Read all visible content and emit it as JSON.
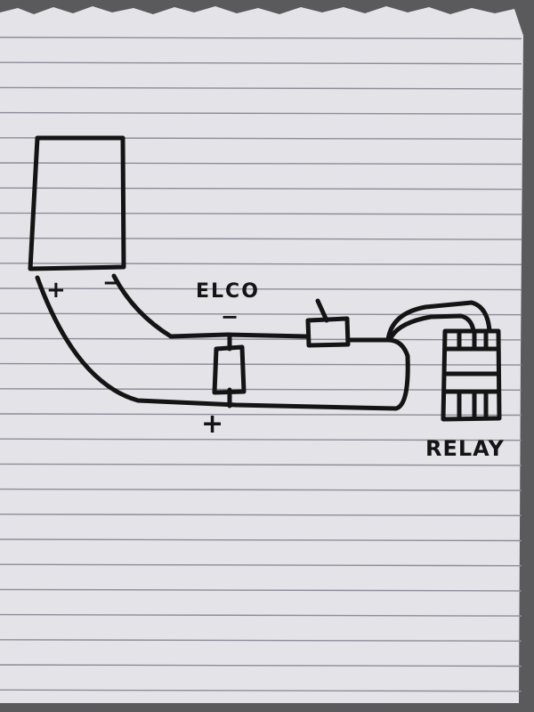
{
  "labels": {
    "elco": "ELCO",
    "relay": "RELAY",
    "battery_plus": "+",
    "battery_minus": "−",
    "cap_minus": "−",
    "cap_plus": "+"
  },
  "colors": {
    "paper": "#e4e3e8",
    "rule_line": "#8d8d98",
    "ink": "#141414",
    "background": "#5a5a5c"
  },
  "icons": {
    "battery": "rectangle",
    "capacitor": "rectangle",
    "switch": "small-box-with-lever",
    "relay": "boxed-grid"
  }
}
